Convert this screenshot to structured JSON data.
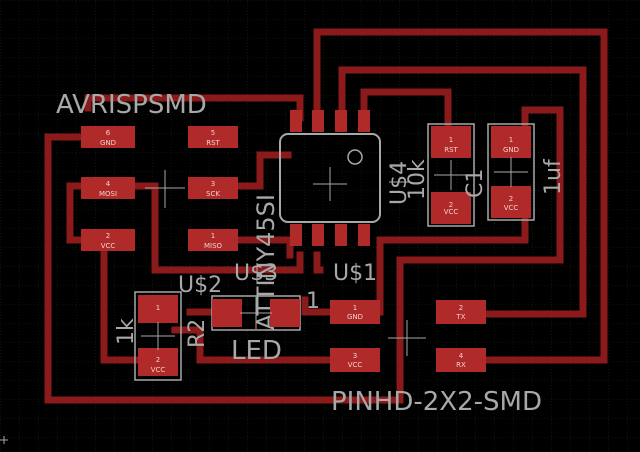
{
  "colors": {
    "background": "#000000",
    "grid": "#3a3a3a",
    "trace": "#8b1a1a",
    "pad": "#b02a2a",
    "pad_text": "#f0d0d0",
    "silkscreen": "#a8a8a8"
  },
  "labels": {
    "isp_connector": "AVRISPSMD",
    "microcontroller_part": "ATTINY45SI",
    "microcontroller_ref": "U$1",
    "header_connector": "PINHD-2X2-SMD",
    "resistor_ref": "R2",
    "resistor_value": "1k",
    "led_part": "LED",
    "led_ref": "U$2",
    "led_ref_overlap": "U$3",
    "led_pin_mark": "1",
    "reset_resistor_ref": "U$4",
    "reset_resistor_value": "10k",
    "capacitor_ref": "C1",
    "capacitor_value": "1uf"
  },
  "isp_pads": [
    "GND",
    "RST",
    "MOSI",
    "SCK",
    "VCC",
    "MISO"
  ],
  "isp_pad_numbers": [
    "6",
    "5",
    "4",
    "3",
    "2",
    "1"
  ],
  "header_pads": [
    "GND",
    "TX",
    "VCC",
    "RX"
  ],
  "header_pad_numbers": [
    "1",
    "2",
    "3",
    "4"
  ],
  "reset_resistor_pads": [
    "RST",
    "VCC"
  ],
  "reset_resistor_pad_numbers": [
    "1",
    "2"
  ],
  "capacitor_pads": [
    "GND",
    "VCC"
  ],
  "capacitor_pad_numbers": [
    "1",
    "2"
  ],
  "resistor_pads": [
    "VCC"
  ],
  "resistor_pad_numbers": [
    "1",
    "2"
  ]
}
